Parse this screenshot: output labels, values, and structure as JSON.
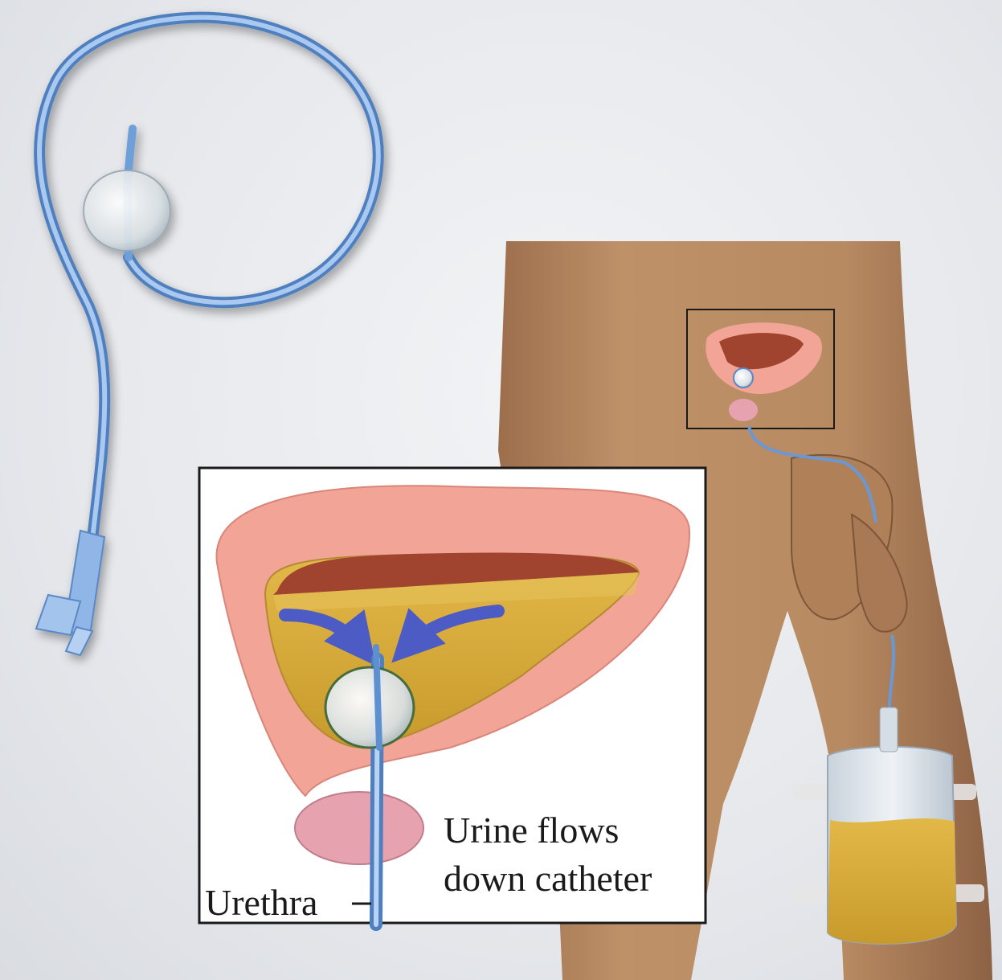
{
  "inset": {
    "line1": "Urine flows",
    "line2": "down catheter",
    "urethra_label": "Urethra"
  },
  "colors": {
    "background": "#e9ebee",
    "skin": "#b98a63",
    "skin_shadow": "#8f6446",
    "bladder_wall": "#f2a596",
    "bladder_inner": "#a0442f",
    "urine": "#d7a83a",
    "prostate": "#e7a2b0",
    "catheter": "#7faee6",
    "arrow": "#5865c8",
    "inset_border": "#1a1a1a"
  }
}
